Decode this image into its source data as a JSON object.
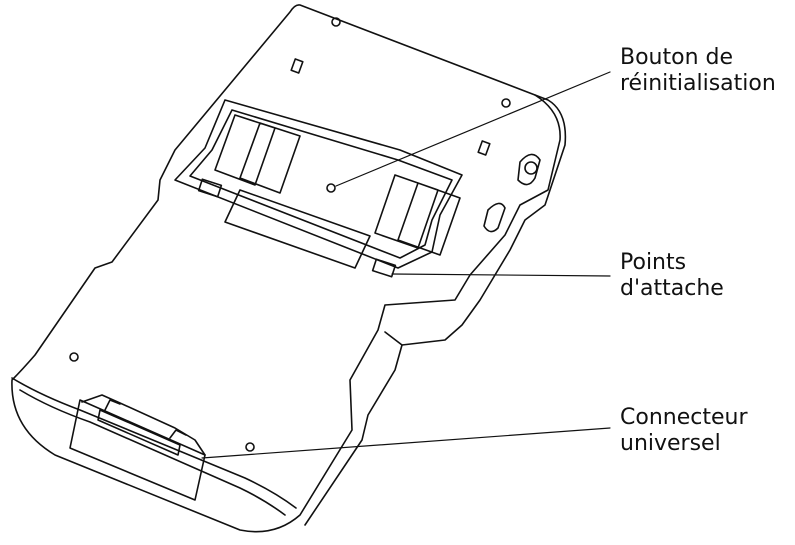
{
  "callouts": {
    "reset_button": {
      "line1": "Bouton de",
      "line2": "réinitialisation"
    },
    "attach_points": {
      "line1": "Points",
      "line2": "d'attache"
    },
    "universal_connector": {
      "line1": "Connecteur",
      "line2": "universel"
    }
  },
  "colors": {
    "stroke": "#111111",
    "background": "#ffffff"
  }
}
